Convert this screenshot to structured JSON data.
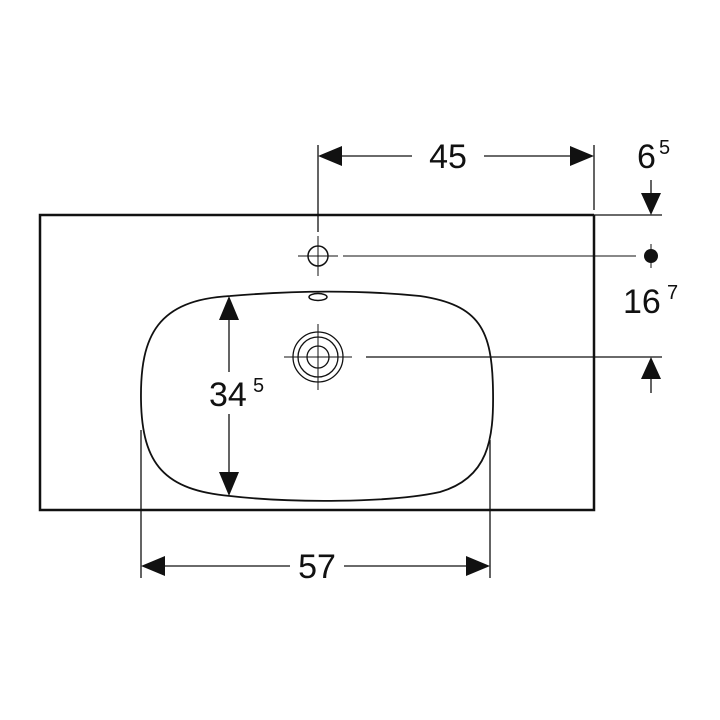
{
  "drawing": {
    "dimensions": [
      {
        "name": "tap-hole-offset",
        "main": "45",
        "sup": ""
      },
      {
        "name": "back-edge-offset",
        "main": "6",
        "sup": "5"
      },
      {
        "name": "drain-depth",
        "main": "16",
        "sup": "7"
      },
      {
        "name": "bowl-depth",
        "main": "34",
        "sup": "5"
      },
      {
        "name": "bowl-width",
        "main": "57",
        "sup": ""
      }
    ]
  }
}
